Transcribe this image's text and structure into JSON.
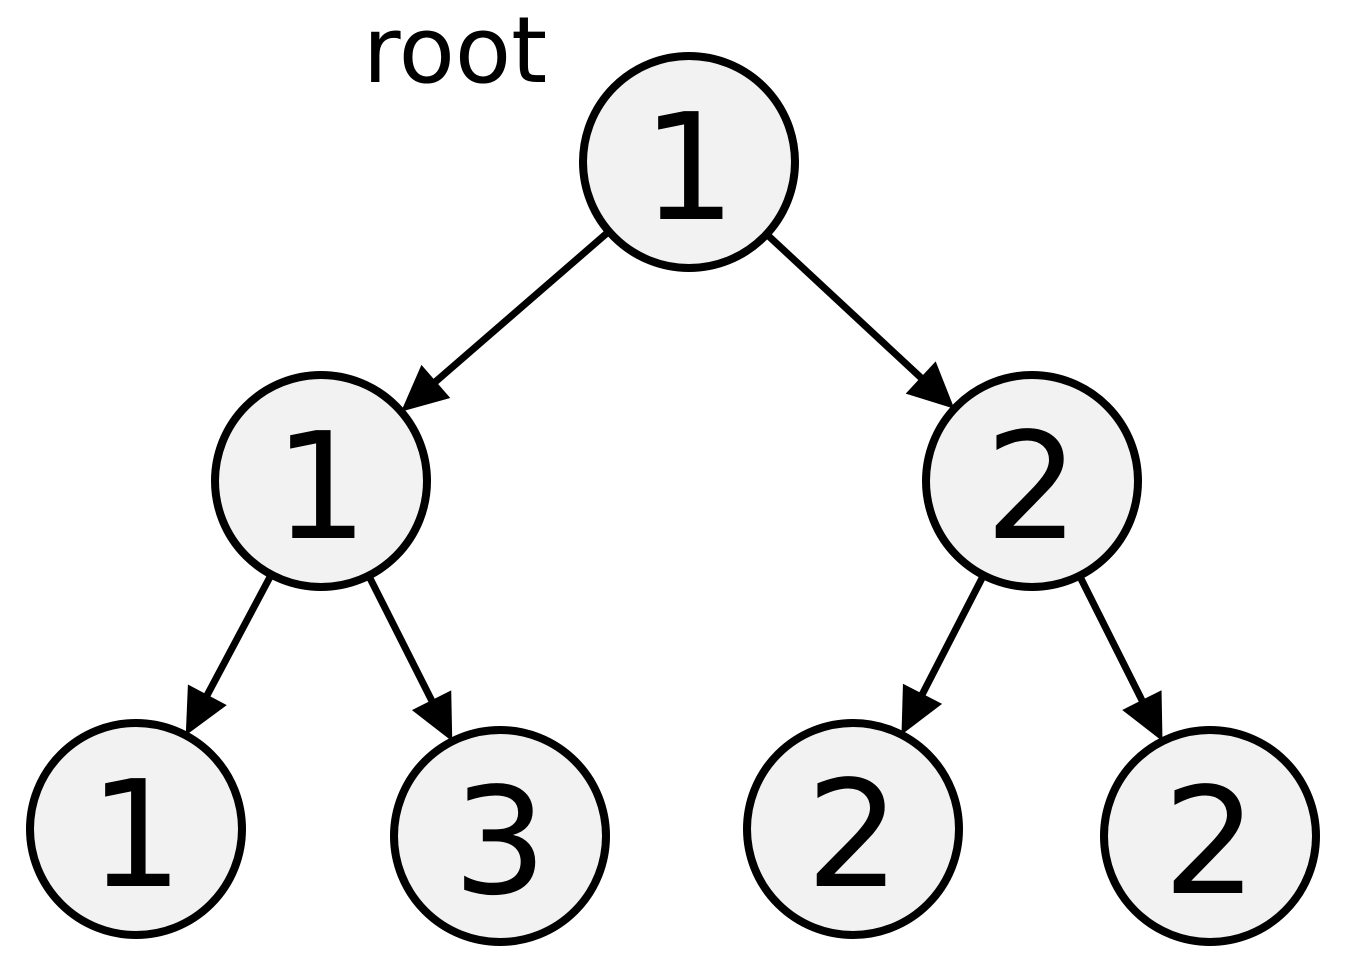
{
  "diagram": {
    "root_caption": "root",
    "colors": {
      "node_fill": "#f2f2f2",
      "stroke": "#000000",
      "text": "#000000"
    },
    "nodes": [
      {
        "id": "n0",
        "label": "1"
      },
      {
        "id": "n1",
        "label": "1"
      },
      {
        "id": "n2",
        "label": "2"
      },
      {
        "id": "n3",
        "label": "1"
      },
      {
        "id": "n4",
        "label": "3"
      },
      {
        "id": "n5",
        "label": "2"
      },
      {
        "id": "n6",
        "label": "2"
      }
    ],
    "edges": [
      {
        "from": "n0",
        "to": "n1"
      },
      {
        "from": "n0",
        "to": "n2"
      },
      {
        "from": "n1",
        "to": "n3"
      },
      {
        "from": "n1",
        "to": "n4"
      },
      {
        "from": "n2",
        "to": "n5"
      },
      {
        "from": "n2",
        "to": "n6"
      }
    ]
  }
}
